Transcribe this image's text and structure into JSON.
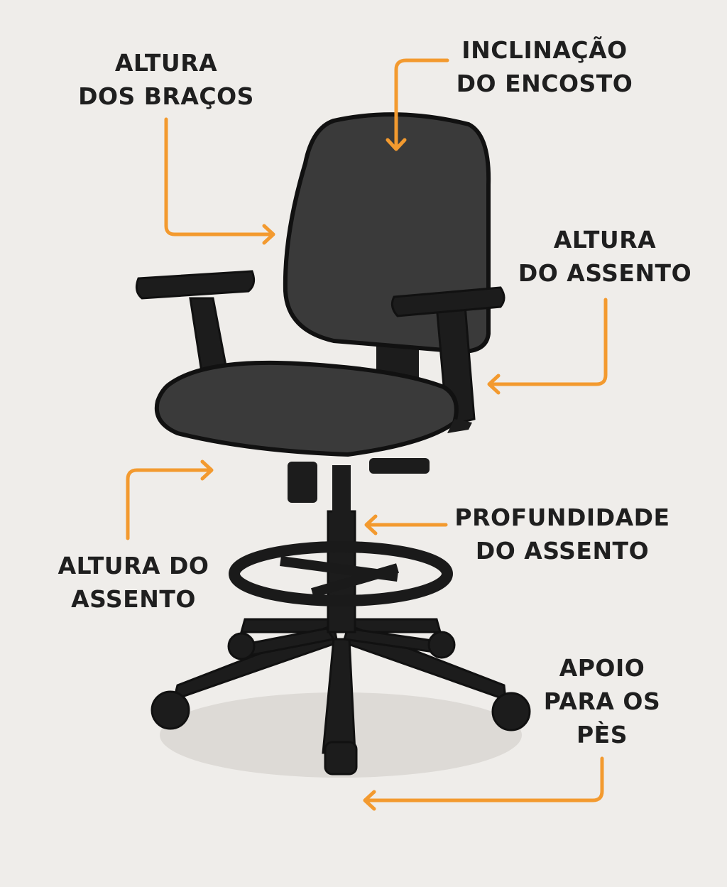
{
  "colors": {
    "background": "#efedea",
    "arrow": "#f39a2f",
    "chair": "#2b2b2b",
    "outline": "#111111"
  },
  "labels": {
    "arm_height": [
      "ALTURA",
      "DOS BRAÇOS"
    ],
    "back_tilt": [
      "INCLINAÇÃO",
      "DO ENCOSTO"
    ],
    "seat_height_right": [
      "ALTURA",
      "DO ASSENTO"
    ],
    "seat_depth": [
      "PROFUNDIDADE",
      "DO ASSENTO"
    ],
    "seat_height_left": [
      "ALTURA DO",
      "ASSENTO"
    ],
    "footrest": [
      "APOIO",
      "PARA OS",
      "PÈS"
    ]
  }
}
